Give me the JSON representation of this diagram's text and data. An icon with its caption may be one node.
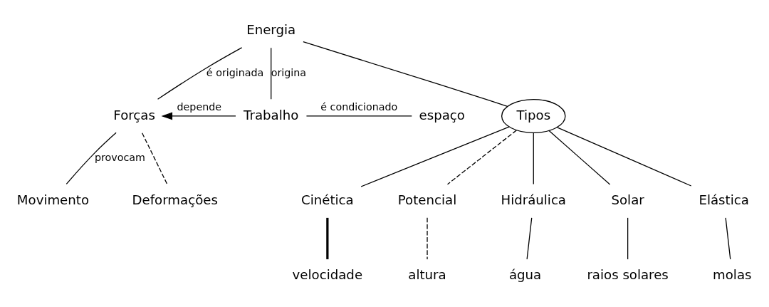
{
  "diagram": {
    "nodes": [
      {
        "text": [
          "Energia"
        ]
      },
      {
        "text": [
          "Forças"
        ]
      },
      {
        "text": [
          "Trabalho"
        ]
      },
      {
        "text": [
          "espaço"
        ]
      },
      {
        "text": [
          "Movimento"
        ]
      },
      {
        "text": [
          "Deformações"
        ]
      },
      {
        "text": [
          "Tipos"
        ]
      },
      {
        "text": [
          "Cinética"
        ]
      },
      {
        "text": [
          "Potencial"
        ]
      },
      {
        "text": [
          "Hidráulica"
        ]
      },
      {
        "text": [
          "Solar"
        ]
      },
      {
        "text": [
          "Elástica"
        ]
      },
      {
        "text": [
          "velocidade"
        ]
      },
      {
        "text": [
          "altura"
        ]
      },
      {
        "text": [
          "água"
        ]
      },
      {
        "text": [
          "raios solares"
        ]
      },
      {
        "text": [
          "molas"
        ]
      }
    ],
    "edges": [
      {
        "from": 0,
        "to": 1,
        "arrow": "none",
        "label": "é originada"
      },
      {
        "from": 0,
        "to": 2,
        "arrow": "none",
        "label": "origina"
      },
      {
        "from": 2,
        "to": 1,
        "arrow": "to",
        "label": "depende"
      },
      {
        "from": 2,
        "to": 3,
        "arrow": "none",
        "label": "é condicionado"
      },
      {
        "from": 1,
        "to": 4,
        "arrow": "none",
        "label": "provocam"
      },
      {
        "from": 1,
        "to": 5,
        "arrow": "none",
        "style": "dashed"
      },
      {
        "from": 0,
        "to": 6,
        "arrow": "none"
      },
      {
        "from": 6,
        "to": 7,
        "arrow": "none"
      },
      {
        "from": 6,
        "to": 8,
        "arrow": "none",
        "style": "dashed"
      },
      {
        "from": 6,
        "to": 9,
        "arrow": "none"
      },
      {
        "from": 6,
        "to": 10,
        "arrow": "none"
      },
      {
        "from": 6,
        "to": 11,
        "arrow": "none"
      },
      {
        "from": 7,
        "to": 12,
        "arrow": "none",
        "style": "thick"
      },
      {
        "from": 8,
        "to": 13,
        "arrow": "none",
        "style": "dashed"
      },
      {
        "from": 9,
        "to": 14,
        "arrow": "none"
      },
      {
        "from": 10,
        "to": 15,
        "arrow": "none"
      },
      {
        "from": 11,
        "to": 16,
        "arrow": "none"
      }
    ]
  }
}
